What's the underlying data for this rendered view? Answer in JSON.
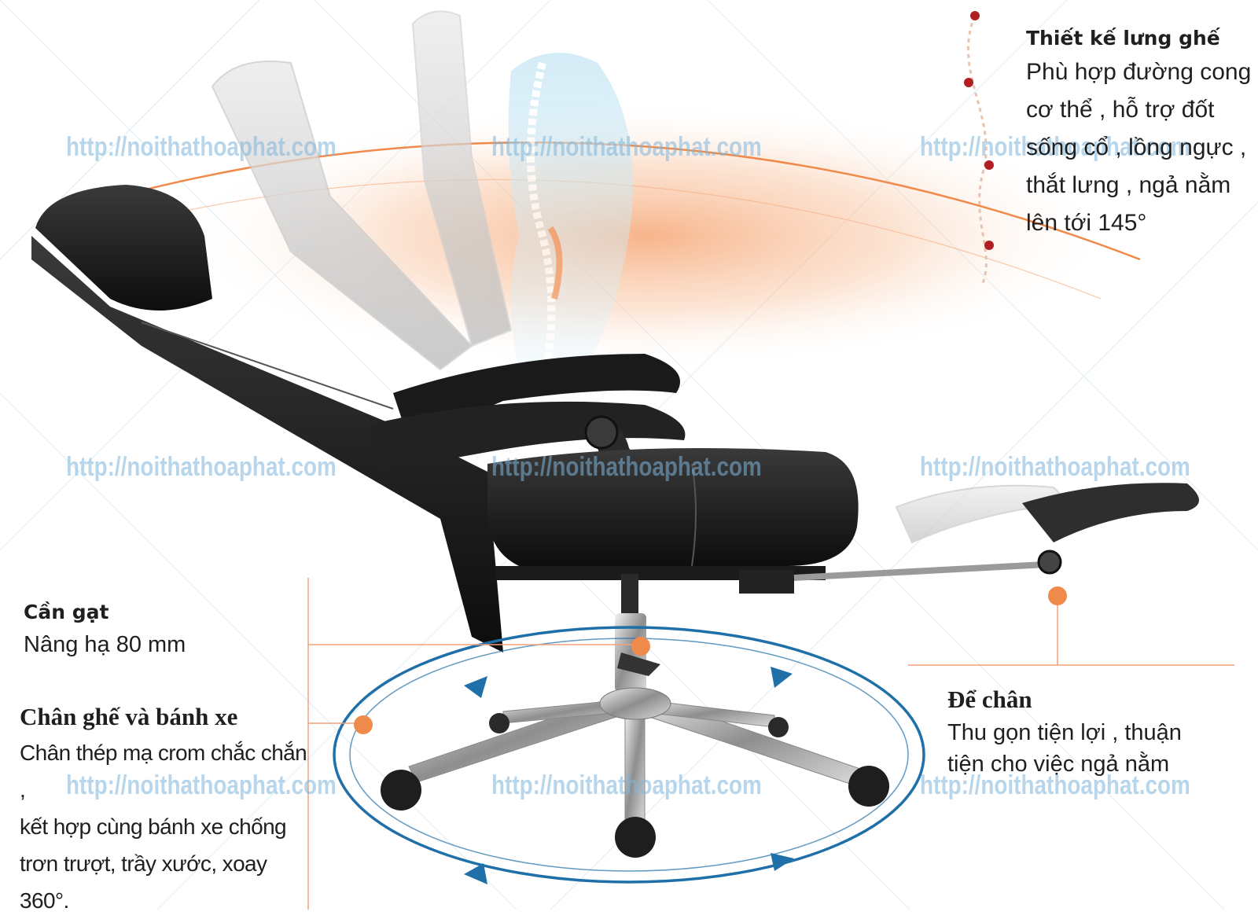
{
  "watermark_text": "http://noithathoaphat.com",
  "colors": {
    "accent_orange": "#f08a4b",
    "arc_blue": "#1f6fa8",
    "watermark_blue": "#7fb6dc",
    "spine_red": "#b01e23"
  },
  "backrest": {
    "title": "Thiết kế lưng ghế",
    "lines": [
      "Phù hợp đường cong",
      "cơ thể , hỗ trợ đốt",
      "sống cổ , lồng ngực ,",
      "thắt lưng , ngả nằm",
      "lên tới 145°"
    ]
  },
  "lever": {
    "title": "Cần gạt",
    "line": "Nâng hạ 80 mm"
  },
  "base": {
    "title": "Chân ghế và bánh xe",
    "lines": [
      "Chân thép mạ crom chắc chắn ,",
      "kết hợp cùng bánh xe chống",
      "trơn trượt, trầy xước, xoay 360°."
    ]
  },
  "footrest": {
    "title": "Để chân",
    "lines": [
      "Thu gọn tiện lợi , thuận",
      "tiện cho việc ngả nằm"
    ]
  },
  "icons": [
    "reclining-chair-illustration",
    "spine-icon",
    "rotation-arrows-icon"
  ]
}
